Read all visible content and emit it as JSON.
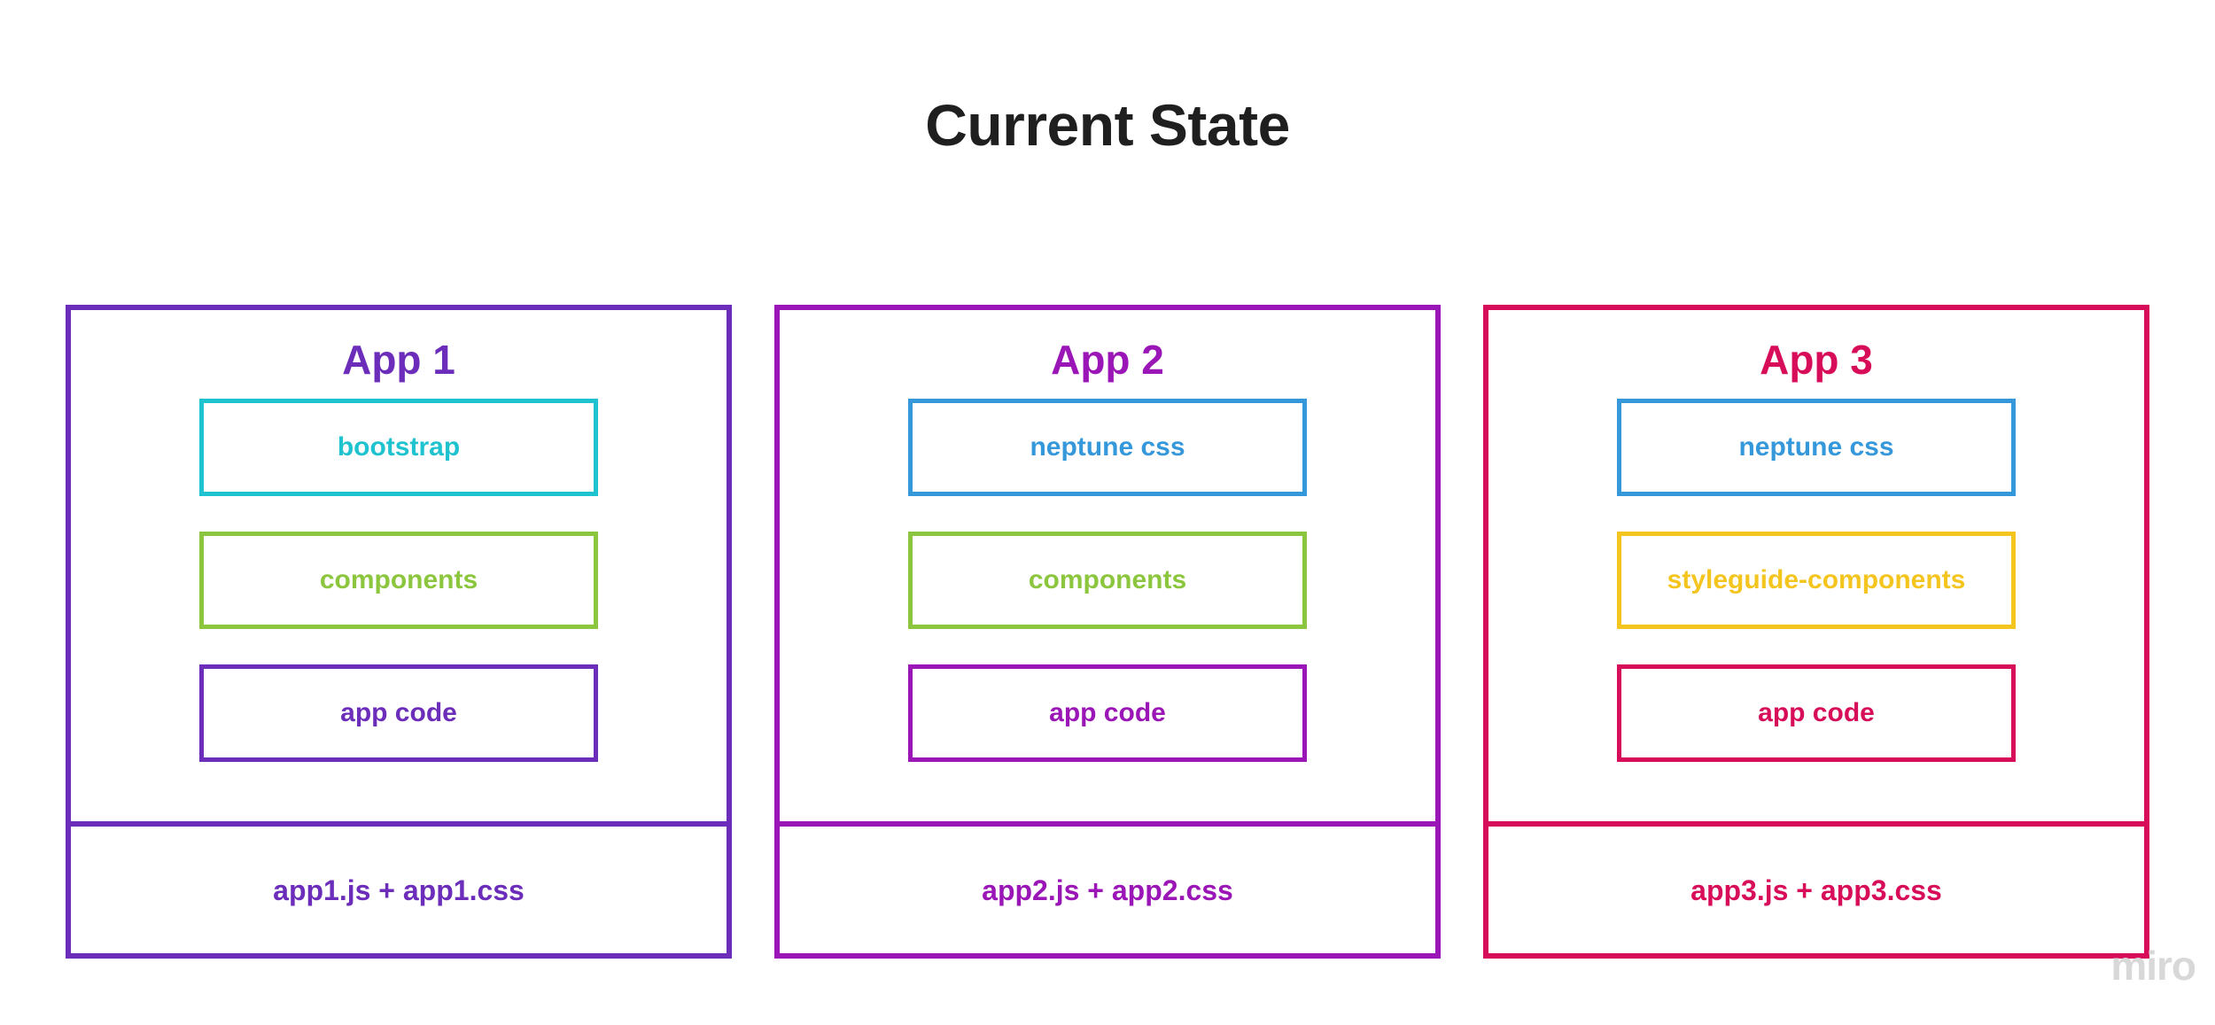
{
  "title": "Current State",
  "title_color": "#1f1f1f",
  "watermark": "miro",
  "panels": [
    {
      "heading": "App 1",
      "accent": "#6B2DBA",
      "layers": [
        {
          "label": "bootstrap",
          "color": "#1FC3CF"
        },
        {
          "label": "components",
          "color": "#8CC63E"
        },
        {
          "label": "app code",
          "color": "#6B2DBA"
        }
      ],
      "footer": "app1.js + app1.css",
      "footer_color": "#6B2DBA"
    },
    {
      "heading": "App 2",
      "accent": "#9B16B6",
      "layers": [
        {
          "label": "neptune css",
          "color": "#3498DB"
        },
        {
          "label": "components",
          "color": "#8CC63E"
        },
        {
          "label": "app code",
          "color": "#9B16B6"
        }
      ],
      "footer": "app2.js + app2.css",
      "footer_color": "#9B16B6"
    },
    {
      "heading": "App 3",
      "accent": "#D80D5A",
      "layers": [
        {
          "label": "neptune css",
          "color": "#3498DB"
        },
        {
          "label": "styleguide-components",
          "color": "#F5C51F"
        },
        {
          "label": "app code",
          "color": "#D80D5A"
        }
      ],
      "footer": "app3.js + app3.css",
      "footer_color": "#D80D5A"
    }
  ]
}
